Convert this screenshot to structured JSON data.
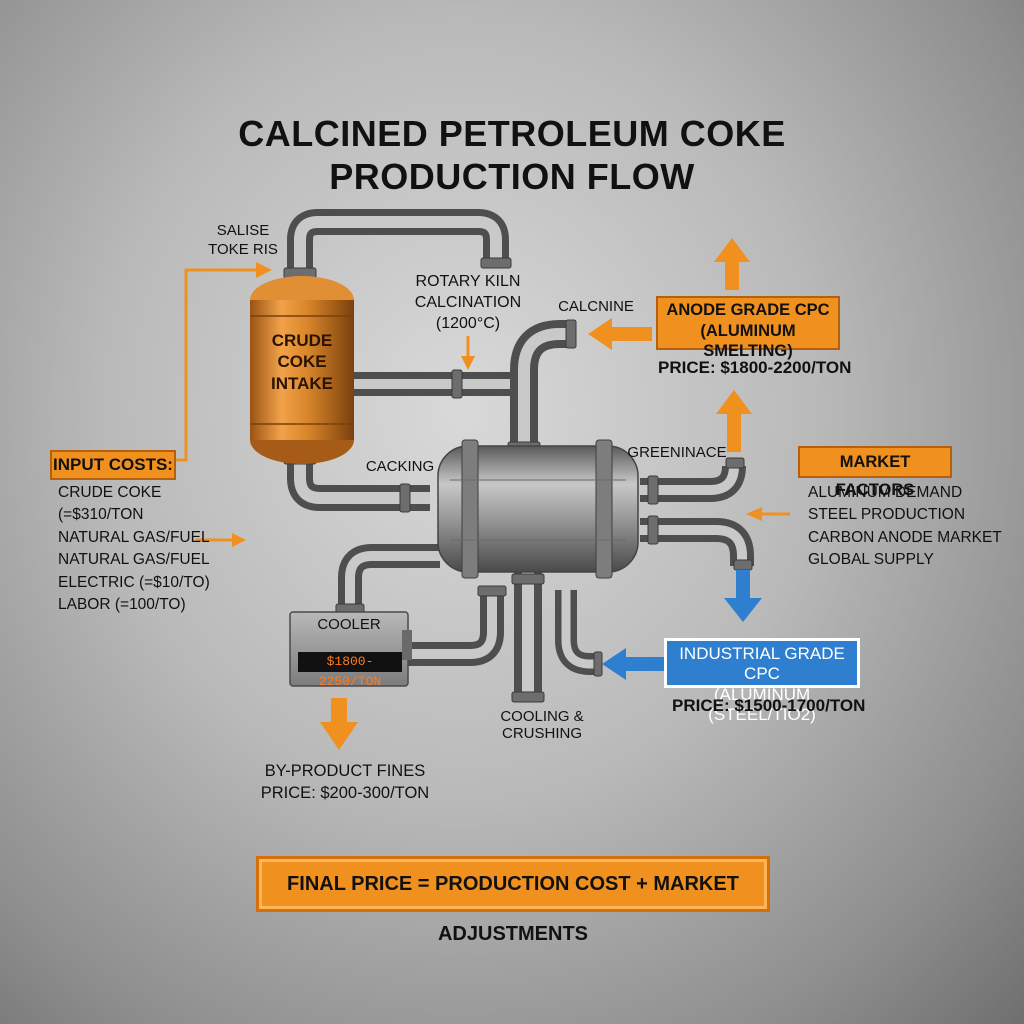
{
  "title": {
    "line1": "CALCINED PETROLEUM COKE",
    "line2": "PRODUCTION FLOW"
  },
  "labels": {
    "feed_line1": "SALISE",
    "feed_line2": "TOKE RIS",
    "intake_line1": "CRUDE",
    "intake_line2": "COKE",
    "intake_line3": "INTAKE",
    "kiln_line1": "ROTARY KILN",
    "kiln_line2": "CALCINATION",
    "kiln_line3": "(1200°C)",
    "calcnine": "CALCNINE",
    "cacking": "CACKING",
    "greenince": "GREENINACE",
    "cooler": "COOLER",
    "cooler_display": "$1800-2250/TON",
    "cooling_crushing": "COOLING & CRUSHING"
  },
  "input_costs": {
    "header": "INPUT COSTS:",
    "items": [
      "CRUDE COKE (=$310/TON",
      "NATURAL GAS/FUEL",
      "NATURAL GAS/FUEL",
      "ELECTRIC (=$10/TO)",
      "LABOR (=100/TO)"
    ]
  },
  "anode": {
    "line1": "ANODE GRADE CPC",
    "line2": "(ALUMINUM SMELTING)",
    "price": "PRICE: $1800-2200/TON"
  },
  "market_factors": {
    "header": "MARKET FACTORS",
    "items": [
      "ALUMINUM DEMAND",
      "STEEL PRODUCTION",
      "CARBON ANODE MARKET",
      "GLOBAL SUPPLY"
    ]
  },
  "industrial": {
    "line1": "INDUSTRIAL GRADE CPC",
    "line2": "(ALUMINUM (STEEL/TIO2)",
    "price": "PRICE: $1500-1700/TON"
  },
  "byproduct": {
    "line1": "BY-PRODUCT FINES",
    "line2": "PRICE: $200-300/TON"
  },
  "final_formula": "FINAL PRICE = PRODUCTION COST + MARKET ADJUSTMENTS",
  "colors": {
    "accent_orange": "#f0901e",
    "accent_blue": "#2f7fd0",
    "pipe_gray": "#8c8c8c",
    "tank_orange": "#d9862a"
  }
}
